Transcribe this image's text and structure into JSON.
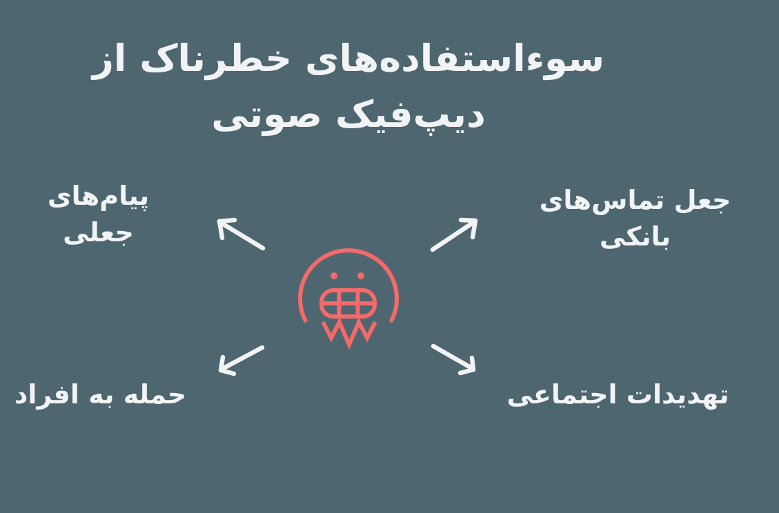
{
  "title": "سوءاستفاده‌های خطرناک از دیپ‌فیک صوتی",
  "labels": {
    "top_left": "پیام‌های جعلی",
    "top_right": "جعل تماس‌های بانکی",
    "bottom_left": "حمله به افراد",
    "bottom_right": "تهدیدات اجتماعی"
  },
  "icons": {
    "center": "monster-face-icon",
    "arrows": [
      "arrow-top-left-icon",
      "arrow-top-right-icon",
      "arrow-bottom-left-icon",
      "arrow-bottom-right-icon"
    ]
  },
  "colors": {
    "background": "#4d6670",
    "text": "#f2f3f4",
    "accent": "#f5696a",
    "arrow": "#f2f3f4"
  }
}
